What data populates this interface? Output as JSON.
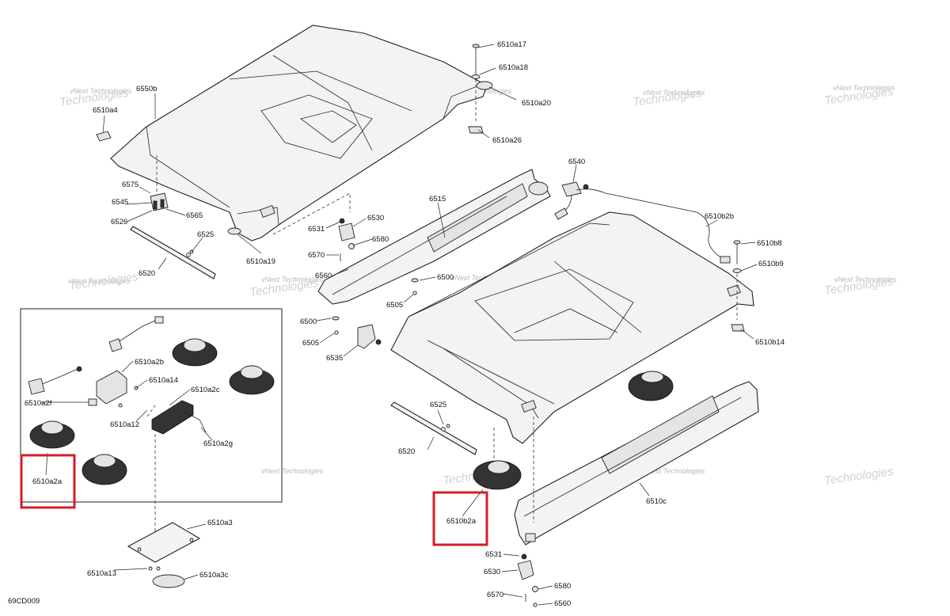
{
  "diagram_id": "69CD009",
  "watermark": {
    "line1": "vNext Technologies",
    "line2": "Technologies"
  },
  "labels": {
    "l6510a17": "6510a17",
    "l6510a18": "6510a18",
    "l6510a20": "6510a20",
    "l6510a26": "6510a26",
    "l6550b": "6550b",
    "l6510a4": "6510a4",
    "l6575": "6575",
    "l6545": "6545",
    "l6526": "6526",
    "l6565": "6565",
    "l6525_top": "6525",
    "l6520_top": "6520",
    "l6510a19": "6510a19",
    "l6540": "6540",
    "l6515": "6515",
    "l6530_top": "6530",
    "l6531_top": "6531",
    "l6580_top": "6580",
    "l6570_top": "6570",
    "l6560": "6560",
    "l6500_a": "6500",
    "l6505_a": "6505",
    "l6500_b": "6500",
    "l6505_b": "6505",
    "l6535": "6535",
    "l6510b2b": "6510b2b",
    "l6510b8": "6510b8",
    "l6510b9": "6510b9",
    "l6510b14": "6510b14",
    "l6510a2b": "6510a2b",
    "l6510a14": "6510a14",
    "l6510a2c": "6510a2c",
    "l6510a2f": "6510a2f",
    "l6510a12": "6510a12",
    "l6510a2g": "6510a2g",
    "l6510a2a": "6510a2a",
    "l6525_bot": "6525",
    "l6520_bot": "6520",
    "l6510c": "6510c",
    "l6510b2a": "6510b2a",
    "l6510a3": "6510a3",
    "l6510a13": "6510a13",
    "l6510a3c": "6510a3c",
    "l6531_bot": "6531",
    "l6530_bot": "6530",
    "l6570_bot": "6570",
    "l6580_bot": "6580",
    "l6560_bot": "6560"
  },
  "colors": {
    "highlight": "#d11f2a",
    "line": "#222222",
    "part_fill": "#f3f3f3"
  }
}
